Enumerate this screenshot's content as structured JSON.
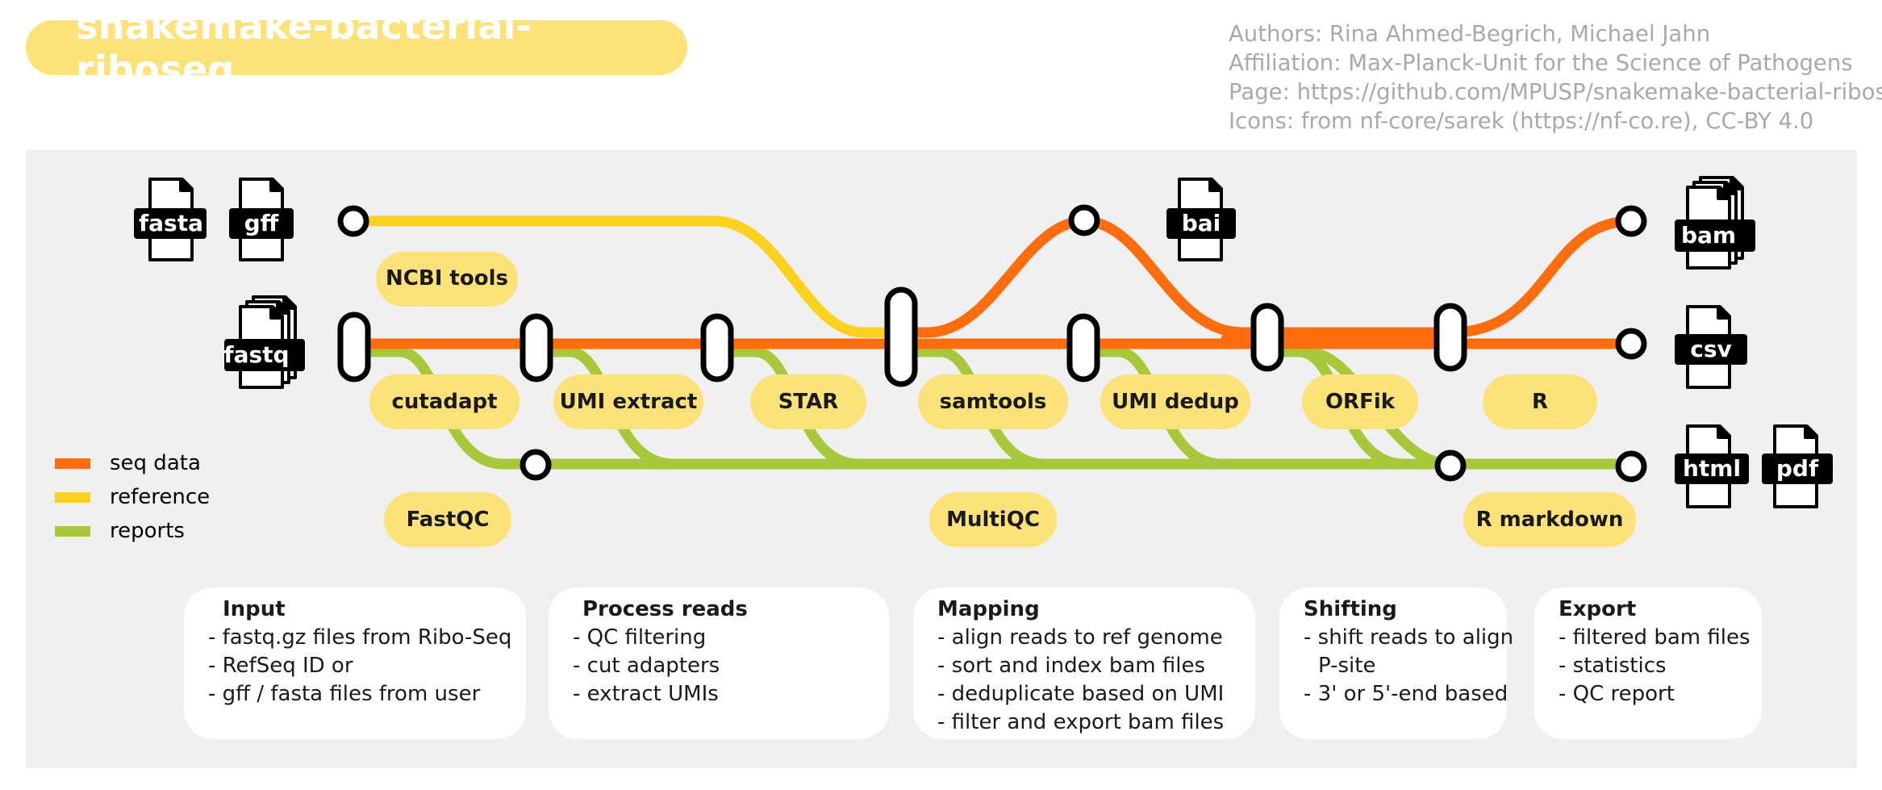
{
  "title": "snakemake-bacterial-riboseq",
  "credits": [
    "Authors: Rina Ahmed-Begrich, Michael Jahn",
    "Affiliation: Max-Planck-Unit for the Science of Pathogens",
    "Page: https://github.com/MPUSP/snakemake-bacterial-riboseq",
    "Icons: from nf-core/sarek (https://nf-co.re), CC-BY 4.0"
  ],
  "colors": {
    "seq": "#ff6d0f",
    "reference": "#fdd11f",
    "reports": "#a8c83c",
    "pill": "#fde27a",
    "panel": "#f0f0f0"
  },
  "files": {
    "fasta": "fasta",
    "gff": "gff",
    "fastq": "fastq",
    "bai": "bai",
    "bam": "bam",
    "csv": "csv",
    "html": "html",
    "pdf": "pdf"
  },
  "tools": {
    "ncbi": "NCBI tools",
    "cutadapt": "cutadapt",
    "umi_extract": "UMI extract",
    "star": "STAR",
    "samtools": "samtools",
    "umi_dedup": "UMI dedup",
    "orfik": "ORFik",
    "r": "R",
    "fastqc": "FastQC",
    "multiqc": "MultiQC",
    "rmarkdown": "R markdown"
  },
  "legend": [
    {
      "label": "seq data",
      "color": "#ff6d0f"
    },
    {
      "label": "reference",
      "color": "#fdd11f"
    },
    {
      "label": "reports",
      "color": "#a8c83c"
    }
  ],
  "stages": [
    {
      "title": "Input",
      "lines": [
        "- fastq.gz files from Ribo-Seq",
        "- RefSeq ID or",
        "- gff / fasta files from user"
      ]
    },
    {
      "title": "Process reads",
      "lines": [
        "- QC filtering",
        "- cut adapters",
        "- extract UMIs"
      ]
    },
    {
      "title": "Mapping",
      "lines": [
        "- align reads to ref genome",
        "- sort and index bam files",
        "- deduplicate based on UMI",
        "- filter and export bam files"
      ]
    },
    {
      "title": "Shifting",
      "lines": [
        "- shift reads to align",
        "P-site",
        "- 3' or 5'-end based"
      ]
    },
    {
      "title": "Export",
      "lines": [
        "- filtered bam files",
        "- statistics",
        "- QC report"
      ]
    }
  ]
}
